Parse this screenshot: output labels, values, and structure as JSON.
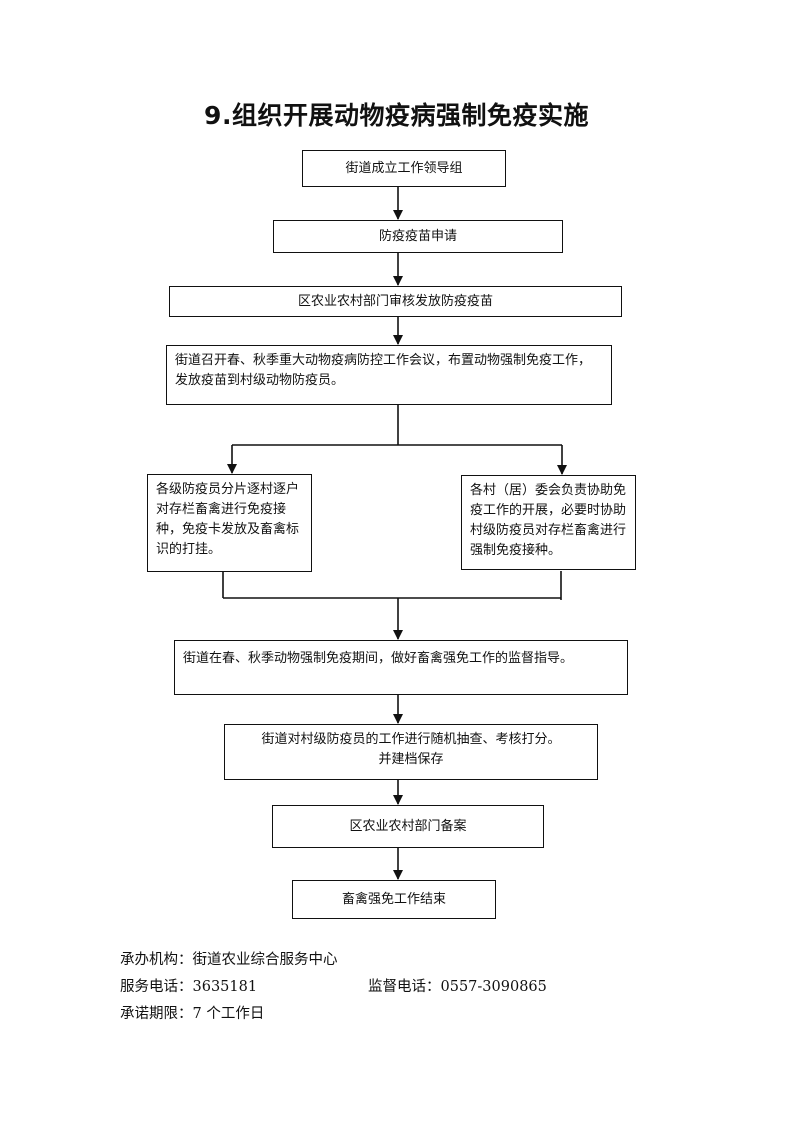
{
  "title": "9.组织开展动物疫病强制免疫实施",
  "steps": {
    "s1": "街道成立工作领导组",
    "s2": "防疫疫苗申请",
    "s3": "区农业农村部门审核发放防疫疫苗",
    "s4": "街道召开春、秋季重大动物疫病防控工作会议，布置动物强制免疫工作，发放疫苗到村级动物防疫员。",
    "left_branch": "各级防疫员分片逐村逐户对存栏畜禽进行免疫接种，免疫卡发放及畜禽标识的打挂。",
    "right_branch": "各村（居）委会负责协助免疫工作的开展，必要时协助村级防疫员对存栏畜禽进行强制免疫接种。",
    "s6": "街道在春、秋季动物强制免疫期间，做好畜禽强免工作的监督指导。",
    "s7_line1": "街道对村级防疫员的工作进行随机抽查、考核打分。",
    "s7_line2": "并建档保存",
    "s8": "区农业农村部门备案",
    "s9": "畜禽强免工作结束"
  },
  "footer": {
    "org_label": "承办机构：",
    "org_value": "街道农业综合服务中心",
    "phone_label": "服务电话：",
    "phone_value": "3635181",
    "supervise_label": "监督电话：",
    "supervise_value": "0557-3090865",
    "deadline_label": "承诺期限：",
    "deadline_value": "7 个工作日"
  }
}
